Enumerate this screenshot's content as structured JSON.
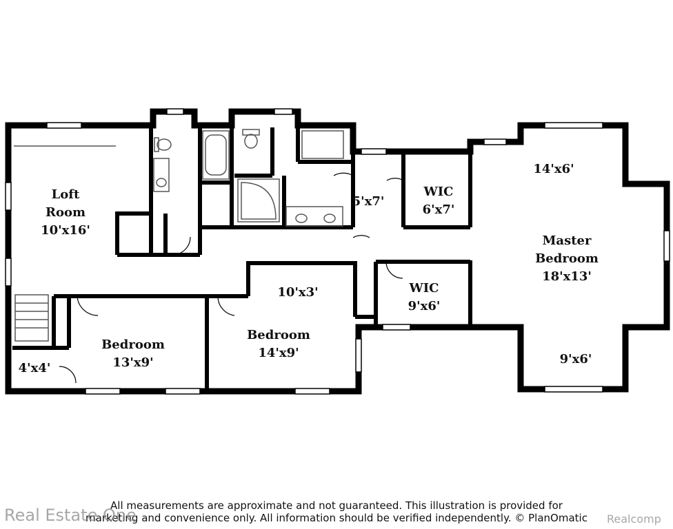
{
  "rooms": {
    "loft": {
      "name_line1": "Loft",
      "name_line2": "Room",
      "size": "10'x16'"
    },
    "hall_closet": {
      "size": "5'x7'"
    },
    "wic_top": {
      "name": "WIC",
      "size": "6'x7'"
    },
    "master_top": {
      "size": "14'x6'"
    },
    "master": {
      "name_line1": "Master",
      "name_line2": "Bedroom",
      "size": "18'x13'"
    },
    "master_bottom": {
      "size": "9'x6'"
    },
    "wic_bottom": {
      "name": "WIC",
      "size": "9'x6'"
    },
    "hall_mid": {
      "size": "10'x3'"
    },
    "bedroom_mid": {
      "name": "Bedroom",
      "size": "14'x9'"
    },
    "bedroom_left": {
      "name": "Bedroom",
      "size": "13'x9'"
    },
    "small_closet": {
      "size": "4'x4'"
    }
  },
  "disclaimer": {
    "line1": "All measurements are approximate and not guaranteed. This illustration is provided for",
    "line2": "marketing and convenience only. All information should be verified independently. © PlanOmatic"
  },
  "watermarks": {
    "left": "Real Estate One",
    "right": "Realcomp"
  },
  "colors": {
    "wall": "#000000",
    "fixture": "#555555"
  }
}
